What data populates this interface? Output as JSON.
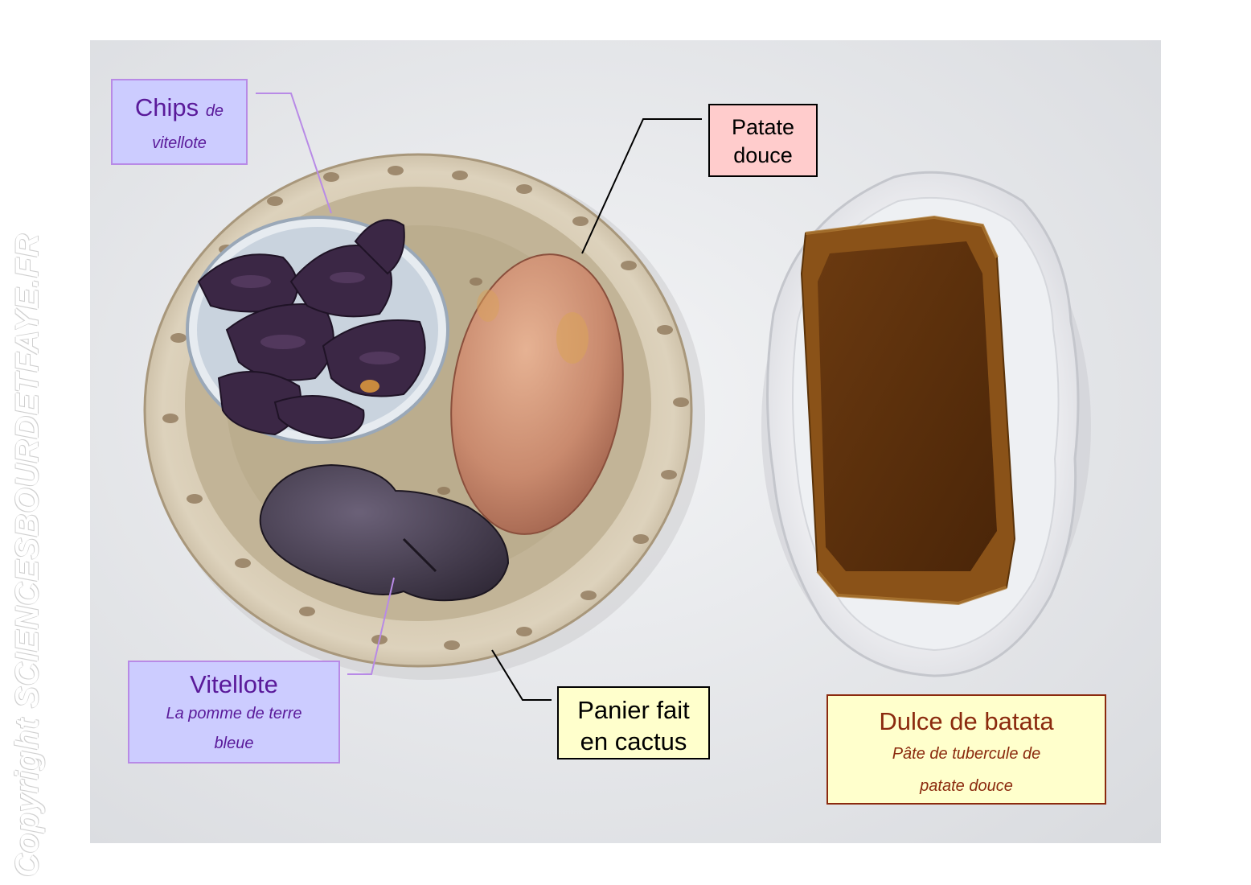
{
  "watermark": "Copyright SCIENCESBOURDETFAYE.FR",
  "labels": {
    "chips": {
      "title": "Chips",
      "title_small": "de",
      "subtitle": "vitellote"
    },
    "patate": {
      "line1": "Patate",
      "line2": "douce"
    },
    "vitellote": {
      "title": "Vitellote",
      "subtitle_line1": "La pomme de terre",
      "subtitle_line2": "bleue"
    },
    "panier": {
      "line1": "Panier fait",
      "line2": "en cactus"
    },
    "dulce": {
      "title": "Dulce de batata",
      "subtitle_line1": "Pâte de tubercule de",
      "subtitle_line2": "patate douce"
    }
  },
  "colors": {
    "purple_label_bg": "#ccccff",
    "purple_label_text": "#5a1a9a",
    "pink_label_bg": "#ffcccc",
    "yellow_label_bg": "#ffffcc",
    "dulce_text": "#8b2a0e",
    "tabletop": "#e9eaed"
  }
}
